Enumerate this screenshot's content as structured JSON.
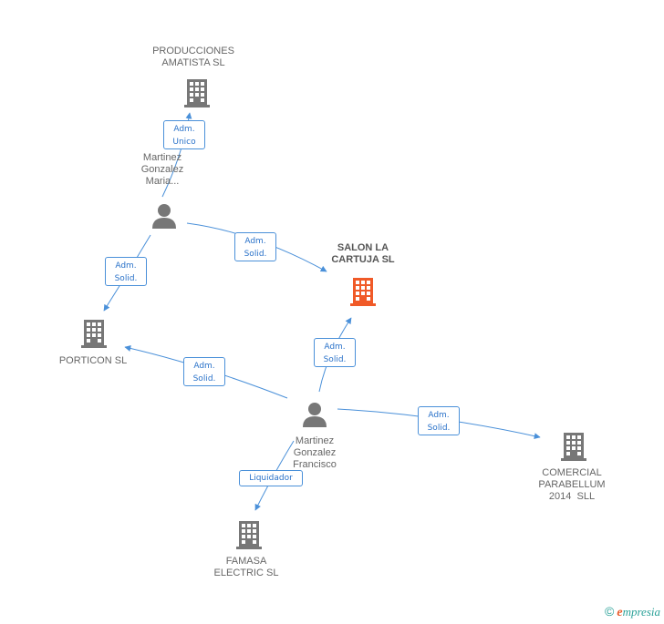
{
  "colors": {
    "edge": "#4a90d9",
    "node": "#777777",
    "focus": "#f05a28",
    "badge_text": "#2a72c9"
  },
  "nodes": {
    "producciones": {
      "label": "PRODUCCIONES AMATISTA SL",
      "line1": "PRODUCCIONES",
      "line2": "AMATISTA SL",
      "icon": "building-icon"
    },
    "maria": {
      "line1": "Martinez",
      "line2": "Gonzalez",
      "line3": "Maria...",
      "icon": "person-icon"
    },
    "salon": {
      "line1": "SALON LA",
      "line2": "CARTUJA SL",
      "icon": "building-icon"
    },
    "porticon": {
      "line1": "PORTICON SL",
      "icon": "building-icon"
    },
    "francisco": {
      "line1": "Martinez",
      "line2": "Gonzalez",
      "line3": "Francisco",
      "icon": "person-icon"
    },
    "comercial": {
      "line1": "COMERCIAL",
      "line2": "PARABELLUM",
      "line3": "2014  SLL",
      "icon": "building-icon"
    },
    "famasa": {
      "line1": "FAMASA",
      "line2": "ELECTRIC SL",
      "icon": "building-icon"
    }
  },
  "edges": [
    {
      "from": "maria",
      "to": "producciones",
      "line1": "Adm.",
      "line2": "Unico"
    },
    {
      "from": "maria",
      "to": "salon",
      "line1": "Adm.",
      "line2": "Solid."
    },
    {
      "from": "maria",
      "to": "porticon",
      "line1": "Adm.",
      "line2": "Solid."
    },
    {
      "from": "francisco",
      "to": "porticon",
      "line1": "Adm.",
      "line2": "Solid."
    },
    {
      "from": "francisco",
      "to": "salon",
      "line1": "Adm.",
      "line2": "Solid."
    },
    {
      "from": "francisco",
      "to": "comercial",
      "line1": "Adm.",
      "line2": "Solid."
    },
    {
      "from": "francisco",
      "to": "famasa",
      "line1": "Liquidador"
    }
  ],
  "footer": {
    "copyright": "©",
    "brand_e": "e",
    "brand_rest": "mpresia"
  }
}
